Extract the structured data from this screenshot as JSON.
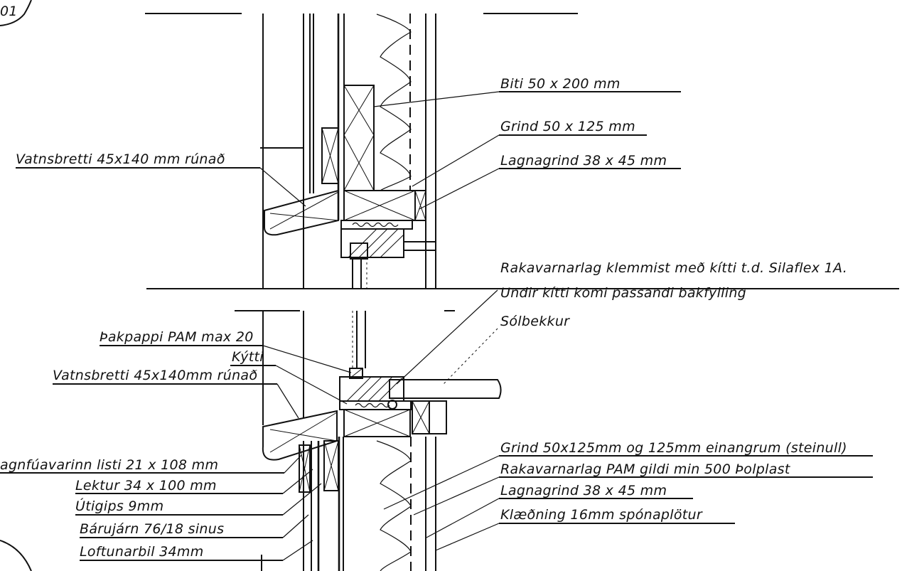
{
  "drawing": {
    "detail_number": "01",
    "labels": {
      "biti": "Biti 50 x 200 mm",
      "grind_upper": "Grind 50 x 125 mm",
      "lagnagrind_upper": "Lagnagrind 38 x 45 mm",
      "vatnsbretti_upper": "Vatnsbretti 45x140 mm rúnað",
      "rakavarnarlag_1": "Rakavarnarlag klemmist með kítti  t.d. Silaflex 1A.",
      "rakavarnarlag_2": "Undir kítti komi passandi bakfylling",
      "solbekkur": "Sólbekkur",
      "thakpappi": "Þakpappi PAM max 20",
      "kytti": "Kýtti",
      "vatnsbretti_lower": "Vatnsbretti 45x140mm rúnað",
      "grind_lower": "Grind 50x125mm og 125mm einangrum (steinull)",
      "rakavarnarlag_pam": "Rakavarnarlag PAM gildi min 500 Þolplast",
      "lagnagrind_lower": "Lagnagrind 38 x 45  mm",
      "klaedning": "Klæðning 16mm spónaplötur",
      "vindfuavarinn": "agnfúavarinn listi  21 x 108 mm",
      "lektur": "Lektur 34 x 100 mm",
      "utigips": "Útigips  9mm",
      "barujarn": "Bárujárn 76/18 sinus",
      "loftunarbil": "Loftunarbil 34mm"
    }
  }
}
